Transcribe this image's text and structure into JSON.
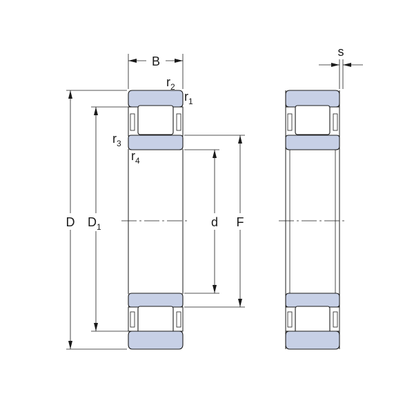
{
  "labels": {
    "B": "B",
    "r2": "r",
    "r2_sub": "2",
    "r1": "r",
    "r1_sub": "1",
    "r3": "r",
    "r3_sub": "3",
    "r4": "r",
    "r4_sub": "4",
    "D": "D",
    "D1": "D",
    "D1_sub": "1",
    "d": "d",
    "F": "F",
    "s": "s"
  },
  "colors": {
    "ring_fill": "#c7d0e6",
    "line": "#1a1a1a"
  }
}
